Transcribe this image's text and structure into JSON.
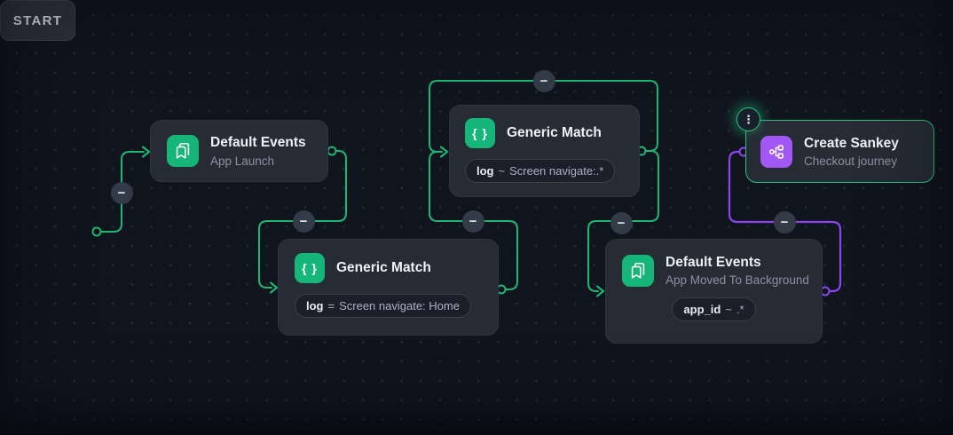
{
  "colors": {
    "background": "#10141d",
    "grid_dot": "#232a37",
    "node_background": "#262b34",
    "chip_background": "#1a202a",
    "accent_green": "#1fb572",
    "accent_purple": "#8a45f0",
    "icon_green": "#16b678",
    "icon_purple": "#a158f6",
    "selected_border_green": "#27c07d"
  },
  "icons": {
    "remove_edge": "−",
    "node_menu": "⋮",
    "braces_glyph": "{ }"
  },
  "nodes": {
    "start": {
      "label": "START"
    },
    "default_events_app_launch": {
      "title": "Default Events",
      "subtitle": "App Launch",
      "icon": "bookmarks-icon"
    },
    "generic_match_home": {
      "title": "Generic Match",
      "icon": "braces-icon",
      "filter": {
        "key": "log",
        "op": "=",
        "value": "Screen navigate: Home"
      }
    },
    "generic_match_any": {
      "title": "Generic Match",
      "icon": "braces-icon",
      "filter": {
        "key": "log",
        "op": "~",
        "value": "Screen navigate:.*"
      }
    },
    "default_events_background": {
      "title": "Default Events",
      "subtitle": "App Moved To Background",
      "icon": "bookmarks-icon",
      "filter": {
        "key": "app_id",
        "op": "~",
        "value": ".*"
      }
    },
    "create_sankey": {
      "title": "Create Sankey",
      "subtitle": "Checkout journey",
      "icon": "sankey-icon"
    }
  },
  "edges": [
    {
      "from": "start",
      "to": "default_events_app_launch",
      "color": "green"
    },
    {
      "from": "default_events_app_launch",
      "to": "generic_match_home",
      "color": "green"
    },
    {
      "from": "generic_match_home",
      "to": "generic_match_any",
      "color": "green"
    },
    {
      "from": "generic_match_any",
      "to": "generic_match_any",
      "color": "green"
    },
    {
      "from": "generic_match_any",
      "to": "default_events_background",
      "color": "green"
    },
    {
      "from": "default_events_background",
      "to": "create_sankey",
      "color": "purple"
    }
  ]
}
